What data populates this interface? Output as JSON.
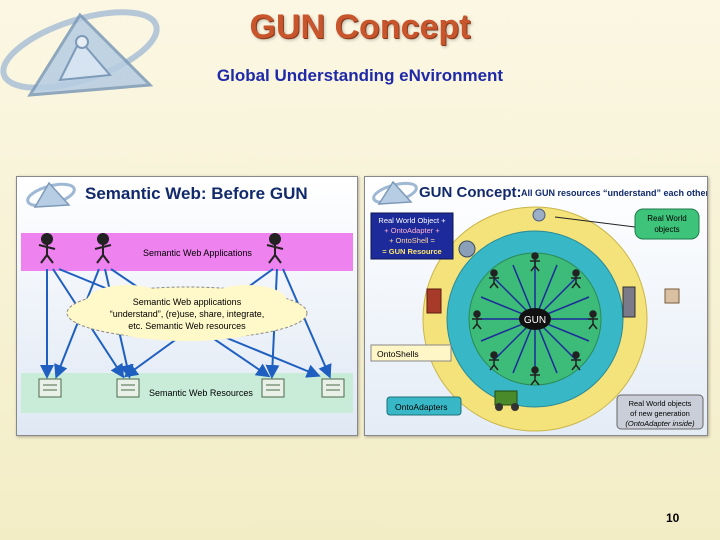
{
  "slide": {
    "title": "GUN Concept",
    "subtitle": "Global Understanding eNvironment",
    "page_number": "10"
  },
  "left_panel": {
    "title": "Semantic Web: Before GUN",
    "apps_label": "Semantic Web Applications",
    "cloud_lines": [
      "Semantic Web applications",
      "“understand”, (re)use, share, integrate,",
      "etc. Semantic Web resources"
    ],
    "resources_label": "Semantic Web Resources"
  },
  "right_panel": {
    "title": "GUN Concept:",
    "title_note": "All GUN resources “understand” each other",
    "formula_lines": [
      "Real World Object +",
      "+ OntoAdapter +",
      "+ OntoShell =",
      "= GUN Resource"
    ],
    "real_world_objects": [
      "Real World",
      "objects"
    ],
    "center_label": "GUN",
    "ontoshells_label": "OntoShells",
    "ontoadapters_label": "OntoAdapters",
    "new_gen_lines": [
      "Real World objects",
      "of new generation",
      "(OntoAdapter inside)"
    ]
  },
  "colors": {
    "title": "#c8552b",
    "subtitle": "#1f2aa8",
    "apps_band": "#ee82ee",
    "resources_band": "#c9ecd8",
    "arrow": "#1f5fc0",
    "outer_ring": "#f4e27a",
    "inner_ring": "#38b8c6",
    "core": "#3dbb78"
  }
}
